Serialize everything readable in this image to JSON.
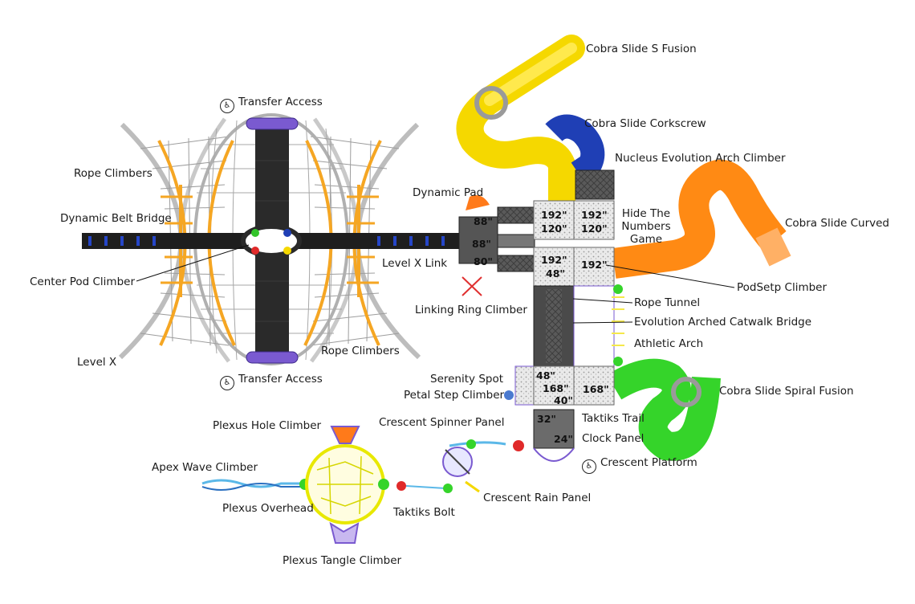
{
  "labels": {
    "cobra_s_fusion": "Cobra Slide S Fusion",
    "transfer_access_top": "Transfer Access",
    "transfer_access_bottom": "Transfer Access",
    "cobra_corkscrew": "Cobra Slide Corkscrew",
    "nucleus_arch": "Nucleus Evolution Arch Climber",
    "rope_climbers_left": "Rope Climbers",
    "rope_climbers_right": "Rope Climbers",
    "dynamic_pad": "Dynamic Pad",
    "hide_numbers": "Hide The Numbers Game",
    "cobra_curved": "Cobra Slide Curved",
    "dynamic_belt_bridge": "Dynamic Belt Bridge",
    "level_x_link": "Level X Link",
    "center_pod": "Center Pod Climber",
    "podsetp": "PodSetp Climber",
    "linking_ring": "Linking Ring Climber",
    "rope_tunnel": "Rope Tunnel",
    "evolution_catwalk": "Evolution Arched Catwalk Bridge",
    "athletic_arch": "Athletic Arch",
    "level_x": "Level X",
    "serenity_spot": "Serenity Spot",
    "petal_step": "Petal Step Climber",
    "cobra_spiral": "Cobra Slide Spiral Fusion",
    "plexus_hole": "Plexus Hole Climber",
    "crescent_spinner": "Crescent Spinner Panel",
    "taktiks_trail": "Taktiks Trail",
    "clock_panel": "Clock Panel",
    "crescent_platform": "Crescent Platform",
    "apex_wave": "Apex Wave Climber",
    "crescent_rain": "Crescent Rain Panel",
    "plexus_overhead": "Plexus Overhead",
    "taktiks_bolt": "Taktiks Bolt",
    "plexus_tangle": "Plexus Tangle Climber"
  },
  "decks": {
    "d88a": "88\"",
    "d88b": "88\"",
    "d80": "80\"",
    "d192a": "192\"",
    "d120a": "120\"",
    "d192b": "192\"",
    "d120b": "120\"",
    "d192c": "192\"",
    "d48a": "48\"",
    "d192d": "192\"",
    "d48b": "48\"",
    "d168a": "168\"",
    "d40": "40\"",
    "d168b": "168\"",
    "d32": "32\"",
    "d24": "24\""
  },
  "icons": {
    "accessibility": "wheelchair-icon"
  },
  "colors": {
    "yellow_slide": "#f5d800",
    "blue_slide": "#1f3fb5",
    "orange_slide": "#ff8a14",
    "green_slide": "#35d42a",
    "deck_gray": "#6b6b6b",
    "belt_dark": "#1e1e1e",
    "rope_orange": "#f5a623",
    "plexus_yellow": "#f0f000"
  }
}
